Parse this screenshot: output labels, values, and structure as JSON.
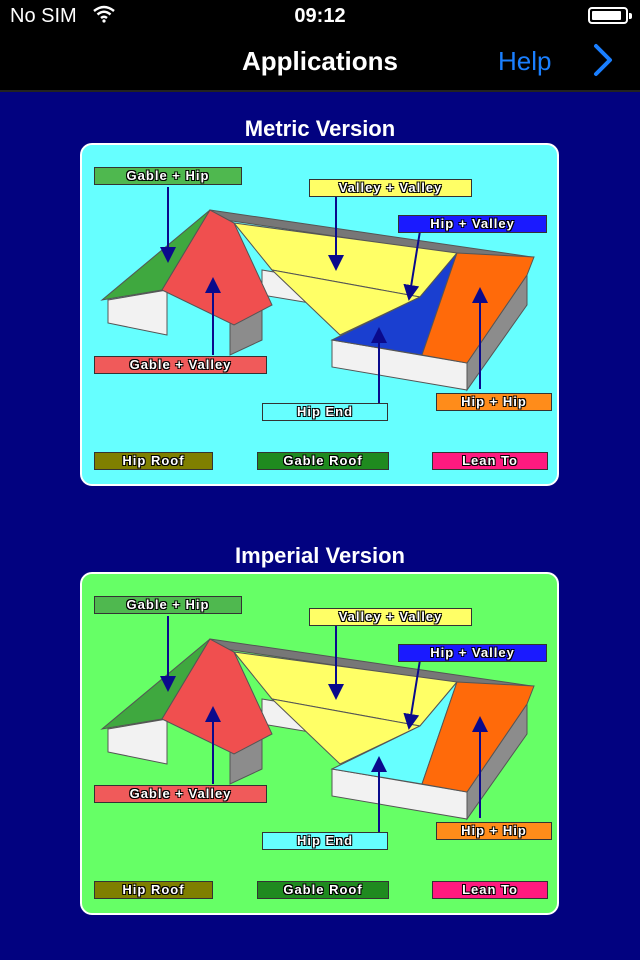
{
  "status": {
    "carrier": "No SIM",
    "time": "09:12",
    "battery_level": 0.92
  },
  "nav": {
    "title": "Applications",
    "help": "Help"
  },
  "metric": {
    "title": "Metric Version",
    "background": "#66ffff",
    "labels": {
      "gable_hip": "Gable + Hip",
      "valley_valley": "Valley + Valley",
      "hip_valley": "Hip + Valley",
      "gable_valley": "Gable + Valley",
      "hip_end": "Hip End",
      "hip_hip": "Hip + Hip",
      "hip_roof": "Hip Roof",
      "gable_roof": "Gable Roof",
      "lean_to": "Lean To"
    }
  },
  "imperial": {
    "title": "Imperial Version",
    "background": "#66ff66",
    "labels": {
      "gable_hip": "Gable + Hip",
      "valley_valley": "Valley + Valley",
      "hip_valley": "Hip + Valley",
      "gable_valley": "Gable + Valley",
      "hip_end": "Hip End",
      "hip_hip": "Hip + Hip",
      "hip_roof": "Hip Roof",
      "gable_roof": "Gable Roof",
      "lean_to": "Lean To"
    }
  },
  "colors": {
    "gable_hip": "#4fb84f",
    "gable_valley": "#f05a5a",
    "valley_valley": "#ffff66",
    "hip_valley": "#1a1aff",
    "hip_end_label": "#66ffff",
    "hip_hip": "#ff8c1a",
    "hip_roof": "#7f7f00",
    "gable_roof": "#1f8a1f",
    "lean_to": "#ff1a7f",
    "arrow": "#0a0a8c",
    "roof_red": "#f04f4f",
    "roof_yellow": "#ffff66",
    "roof_green": "#3fa83f",
    "roof_blue": "#1a3fd0",
    "roof_orange": "#ff6a0a",
    "wall_light": "#f2f2f2",
    "wall_dark": "#8c8c8c",
    "help_blue": "#1a7fff"
  }
}
